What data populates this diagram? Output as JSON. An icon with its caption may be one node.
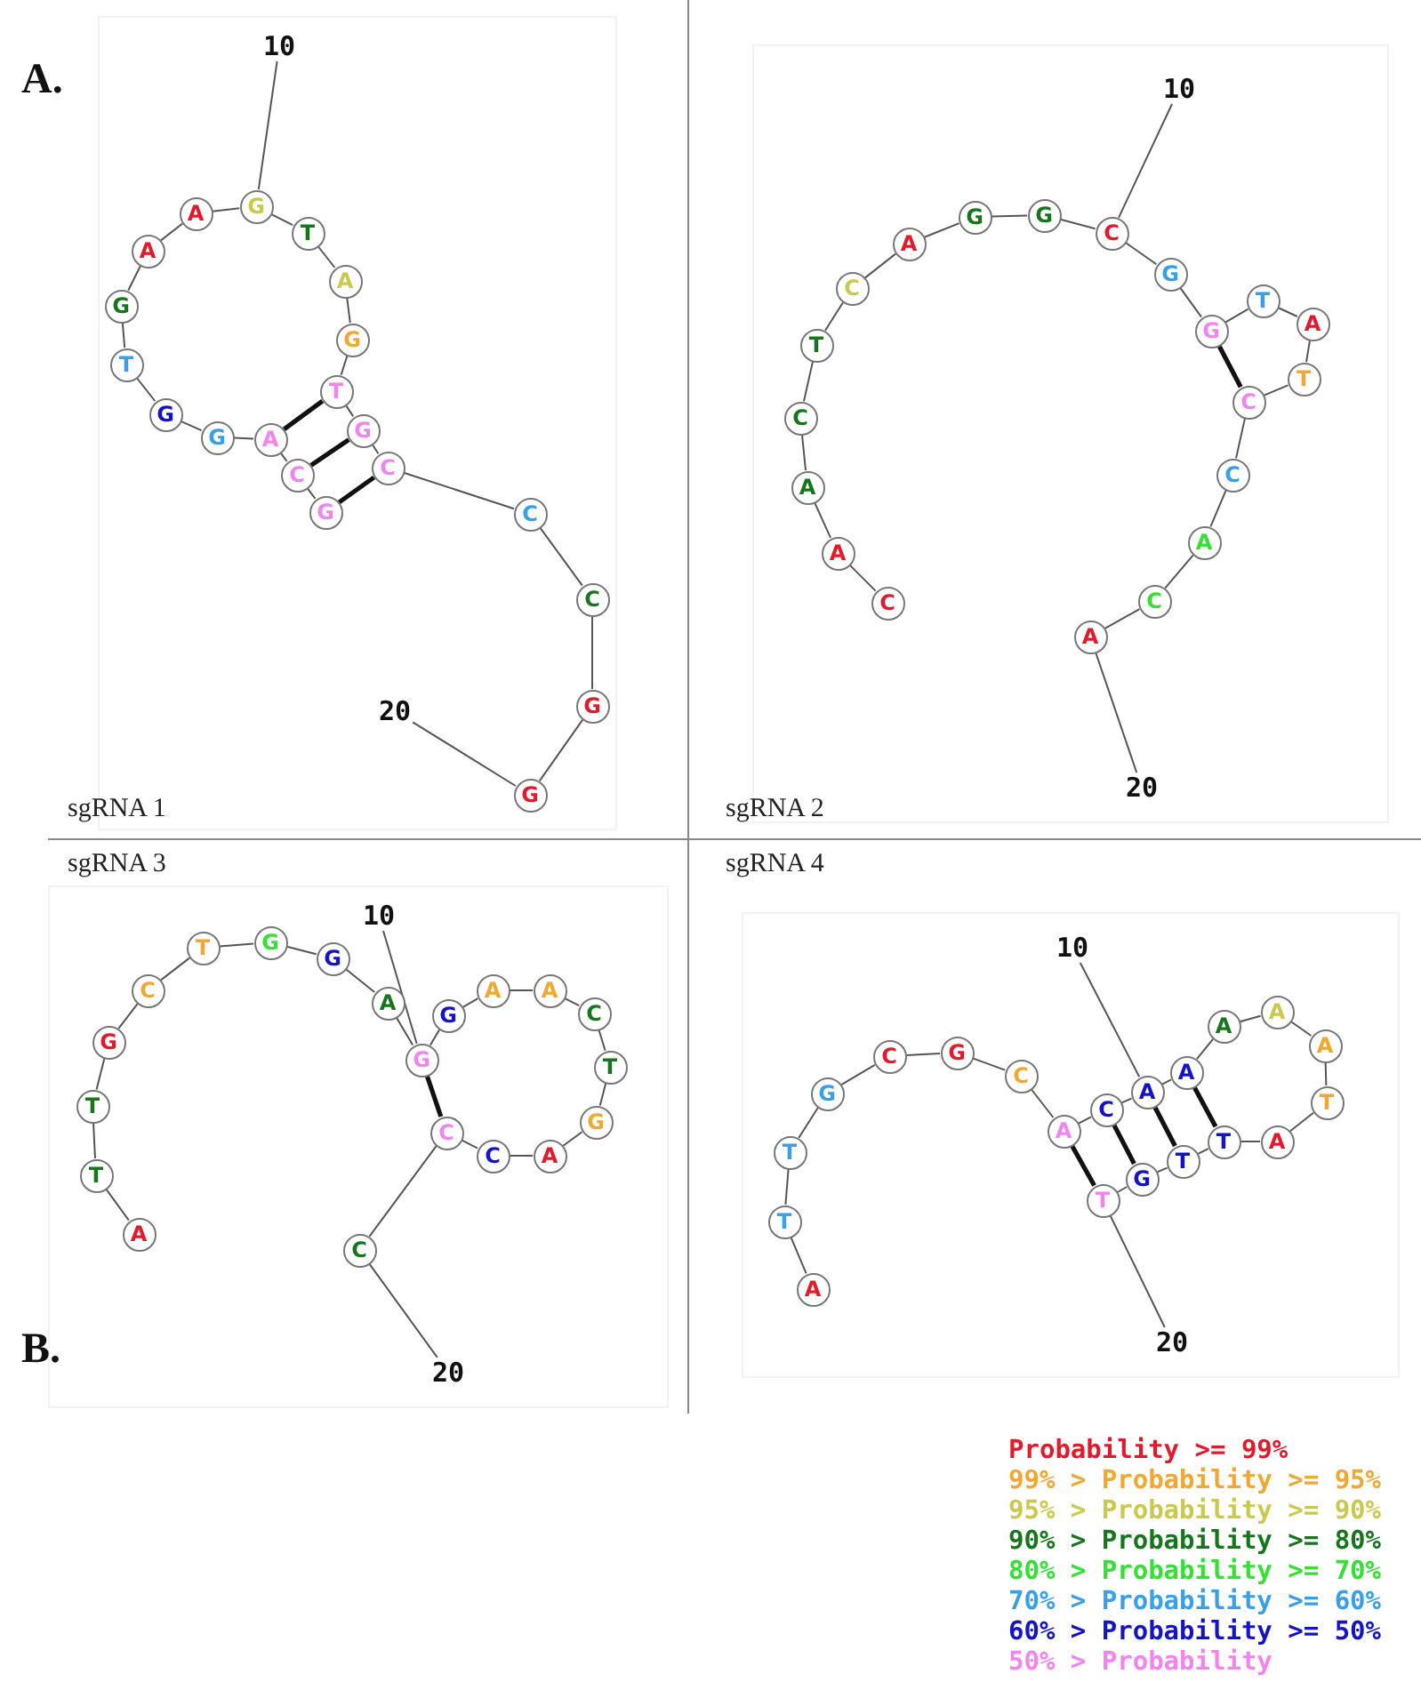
{
  "diagram": {
    "nodes": [
      {
        "text": [
          "sgRNA 1"
        ]
      },
      {
        "text": [
          "G"
        ],
        "in": 0
      },
      {
        "text": [
          "C"
        ],
        "in": 0
      },
      {
        "text": [
          "A"
        ],
        "in": 0
      },
      {
        "text": [
          "G"
        ],
        "in": 0
      },
      {
        "text": [
          "G"
        ],
        "in": 0
      },
      {
        "text": [
          "T"
        ],
        "in": 0
      },
      {
        "text": [
          "G"
        ],
        "in": 0
      },
      {
        "text": [
          "A"
        ],
        "in": 0
      },
      {
        "text": [
          "A"
        ],
        "in": 0
      },
      {
        "text": [
          "G"
        ],
        "in": 0
      },
      {
        "text": [
          "T"
        ],
        "in": 0
      },
      {
        "text": [
          "A"
        ],
        "in": 0
      },
      {
        "text": [
          "G"
        ],
        "in": 0
      },
      {
        "text": [
          "T"
        ],
        "in": 0
      },
      {
        "text": [
          "G"
        ],
        "in": 0
      },
      {
        "text": [
          "C"
        ],
        "in": 0
      },
      {
        "text": [
          "C"
        ],
        "in": 0
      },
      {
        "text": [
          "C"
        ],
        "in": 0
      },
      {
        "text": [
          "G"
        ],
        "in": 0
      },
      {
        "text": [
          "G"
        ],
        "in": 0
      },
      {
        "text": [
          "10"
        ],
        "in": 0
      },
      {
        "text": [
          "20"
        ],
        "in": 0
      },
      {
        "text": [
          "sgRNA 2"
        ]
      },
      {
        "text": [
          "C"
        ],
        "in": 23
      },
      {
        "text": [
          "A"
        ],
        "in": 23
      },
      {
        "text": [
          "A"
        ],
        "in": 23
      },
      {
        "text": [
          "C"
        ],
        "in": 23
      },
      {
        "text": [
          "T"
        ],
        "in": 23
      },
      {
        "text": [
          "C"
        ],
        "in": 23
      },
      {
        "text": [
          "A"
        ],
        "in": 23
      },
      {
        "text": [
          "G"
        ],
        "in": 23
      },
      {
        "text": [
          "G"
        ],
        "in": 23
      },
      {
        "text": [
          "C"
        ],
        "in": 23
      },
      {
        "text": [
          "G"
        ],
        "in": 23
      },
      {
        "text": [
          "G"
        ],
        "in": 23
      },
      {
        "text": [
          "T"
        ],
        "in": 23
      },
      {
        "text": [
          "A"
        ],
        "in": 23
      },
      {
        "text": [
          "T"
        ],
        "in": 23
      },
      {
        "text": [
          "C"
        ],
        "in": 23
      },
      {
        "text": [
          "C"
        ],
        "in": 23
      },
      {
        "text": [
          "A"
        ],
        "in": 23
      },
      {
        "text": [
          "C"
        ],
        "in": 23
      },
      {
        "text": [
          "A"
        ],
        "in": 23
      },
      {
        "text": [
          "10"
        ],
        "in": 23
      },
      {
        "text": [
          "20"
        ],
        "in": 23
      },
      {
        "text": [
          "sgRNA 3"
        ]
      },
      {
        "text": [
          "A"
        ],
        "in": 46
      },
      {
        "text": [
          "T"
        ],
        "in": 46
      },
      {
        "text": [
          "T"
        ],
        "in": 46
      },
      {
        "text": [
          "G"
        ],
        "in": 46
      },
      {
        "text": [
          "C"
        ],
        "in": 46
      },
      {
        "text": [
          "T"
        ],
        "in": 46
      },
      {
        "text": [
          "G"
        ],
        "in": 46
      },
      {
        "text": [
          "G"
        ],
        "in": 46
      },
      {
        "text": [
          "A"
        ],
        "in": 46
      },
      {
        "text": [
          "G"
        ],
        "in": 46
      },
      {
        "text": [
          "G"
        ],
        "in": 46
      },
      {
        "text": [
          "A"
        ],
        "in": 46
      },
      {
        "text": [
          "A"
        ],
        "in": 46
      },
      {
        "text": [
          "C"
        ],
        "in": 46
      },
      {
        "text": [
          "T"
        ],
        "in": 46
      },
      {
        "text": [
          "G"
        ],
        "in": 46
      },
      {
        "text": [
          "A"
        ],
        "in": 46
      },
      {
        "text": [
          "C"
        ],
        "in": 46
      },
      {
        "text": [
          "C"
        ],
        "in": 46
      },
      {
        "text": [
          "C"
        ],
        "in": 46
      },
      {
        "text": [
          "10"
        ],
        "in": 46
      },
      {
        "text": [
          "20"
        ],
        "in": 46
      },
      {
        "text": [
          "sgRNA 4"
        ]
      },
      {
        "text": [
          "A"
        ],
        "in": 69
      },
      {
        "text": [
          "T"
        ],
        "in": 69
      },
      {
        "text": [
          "T"
        ],
        "in": 69
      },
      {
        "text": [
          "G"
        ],
        "in": 69
      },
      {
        "text": [
          "C"
        ],
        "in": 69
      },
      {
        "text": [
          "G"
        ],
        "in": 69
      },
      {
        "text": [
          "C"
        ],
        "in": 69
      },
      {
        "text": [
          "A"
        ],
        "in": 69
      },
      {
        "text": [
          "C"
        ],
        "in": 69
      },
      {
        "text": [
          "A"
        ],
        "in": 69
      },
      {
        "text": [
          "A"
        ],
        "in": 69
      },
      {
        "text": [
          "A"
        ],
        "in": 69
      },
      {
        "text": [
          "A"
        ],
        "in": 69
      },
      {
        "text": [
          "A"
        ],
        "in": 69
      },
      {
        "text": [
          "T"
        ],
        "in": 69
      },
      {
        "text": [
          "A"
        ],
        "in": 69
      },
      {
        "text": [
          "T"
        ],
        "in": 69
      },
      {
        "text": [
          "T"
        ],
        "in": 69
      },
      {
        "text": [
          "G"
        ],
        "in": 69
      },
      {
        "text": [
          "T"
        ],
        "in": 69
      },
      {
        "text": [
          "10"
        ],
        "in": 69
      },
      {
        "text": [
          "20"
        ],
        "in": 69
      }
    ],
    "edges": [
      {
        "from": 1,
        "to": 2,
        "arrow": "none"
      },
      {
        "from": 2,
        "to": 3,
        "arrow": "none"
      },
      {
        "from": 3,
        "to": 4,
        "arrow": "none"
      },
      {
        "from": 4,
        "to": 5,
        "arrow": "none"
      },
      {
        "from": 5,
        "to": 6,
        "arrow": "none"
      },
      {
        "from": 6,
        "to": 7,
        "arrow": "none"
      },
      {
        "from": 7,
        "to": 8,
        "arrow": "none"
      },
      {
        "from": 8,
        "to": 9,
        "arrow": "none"
      },
      {
        "from": 9,
        "to": 10,
        "arrow": "none"
      },
      {
        "from": 10,
        "to": 11,
        "arrow": "none"
      },
      {
        "from": 11,
        "to": 12,
        "arrow": "none"
      },
      {
        "from": 12,
        "to": 13,
        "arrow": "none"
      },
      {
        "from": 13,
        "to": 14,
        "arrow": "none"
      },
      {
        "from": 14,
        "to": 15,
        "arrow": "none"
      },
      {
        "from": 15,
        "to": 16,
        "arrow": "none"
      },
      {
        "from": 16,
        "to": 17,
        "arrow": "none"
      },
      {
        "from": 17,
        "to": 18,
        "arrow": "none"
      },
      {
        "from": 18,
        "to": 19,
        "arrow": "none"
      },
      {
        "from": 19,
        "to": 20,
        "arrow": "none"
      },
      {
        "from": 1,
        "to": 16,
        "arrow": "none",
        "style": "thick"
      },
      {
        "from": 2,
        "to": 15,
        "arrow": "none",
        "style": "thick"
      },
      {
        "from": 3,
        "to": 14,
        "arrow": "none",
        "style": "thick"
      },
      {
        "from": 21,
        "to": 10,
        "arrow": "none"
      },
      {
        "from": 22,
        "to": 20,
        "arrow": "none"
      },
      {
        "from": 24,
        "to": 25,
        "arrow": "none"
      },
      {
        "from": 25,
        "to": 26,
        "arrow": "none"
      },
      {
        "from": 26,
        "to": 27,
        "arrow": "none"
      },
      {
        "from": 27,
        "to": 28,
        "arrow": "none"
      },
      {
        "from": 28,
        "to": 29,
        "arrow": "none"
      },
      {
        "from": 29,
        "to": 30,
        "arrow": "none"
      },
      {
        "from": 30,
        "to": 31,
        "arrow": "none"
      },
      {
        "from": 31,
        "to": 32,
        "arrow": "none"
      },
      {
        "from": 32,
        "to": 33,
        "arrow": "none"
      },
      {
        "from": 33,
        "to": 34,
        "arrow": "none"
      },
      {
        "from": 34,
        "to": 35,
        "arrow": "none"
      },
      {
        "from": 35,
        "to": 36,
        "arrow": "none"
      },
      {
        "from": 36,
        "to": 37,
        "arrow": "none"
      },
      {
        "from": 37,
        "to": 38,
        "arrow": "none"
      },
      {
        "from": 38,
        "to": 39,
        "arrow": "none"
      },
      {
        "from": 39,
        "to": 40,
        "arrow": "none"
      },
      {
        "from": 40,
        "to": 41,
        "arrow": "none"
      },
      {
        "from": 41,
        "to": 42,
        "arrow": "none"
      },
      {
        "from": 42,
        "to": 43,
        "arrow": "none"
      },
      {
        "from": 35,
        "to": 39,
        "arrow": "none",
        "style": "thick"
      },
      {
        "from": 44,
        "to": 33,
        "arrow": "none"
      },
      {
        "from": 45,
        "to": 43,
        "arrow": "none"
      },
      {
        "from": 47,
        "to": 48,
        "arrow": "none"
      },
      {
        "from": 48,
        "to": 49,
        "arrow": "none"
      },
      {
        "from": 49,
        "to": 50,
        "arrow": "none"
      },
      {
        "from": 50,
        "to": 51,
        "arrow": "none"
      },
      {
        "from": 51,
        "to": 52,
        "arrow": "none"
      },
      {
        "from": 52,
        "to": 53,
        "arrow": "none"
      },
      {
        "from": 53,
        "to": 54,
        "arrow": "none"
      },
      {
        "from": 54,
        "to": 55,
        "arrow": "none"
      },
      {
        "from": 55,
        "to": 56,
        "arrow": "none"
      },
      {
        "from": 56,
        "to": 57,
        "arrow": "none"
      },
      {
        "from": 57,
        "to": 58,
        "arrow": "none"
      },
      {
        "from": 58,
        "to": 59,
        "arrow": "none"
      },
      {
        "from": 59,
        "to": 60,
        "arrow": "none"
      },
      {
        "from": 60,
        "to": 61,
        "arrow": "none"
      },
      {
        "from": 61,
        "to": 62,
        "arrow": "none"
      },
      {
        "from": 62,
        "to": 63,
        "arrow": "none"
      },
      {
        "from": 63,
        "to": 64,
        "arrow": "none"
      },
      {
        "from": 64,
        "to": 65,
        "arrow": "none"
      },
      {
        "from": 65,
        "to": 66,
        "arrow": "none"
      },
      {
        "from": 56,
        "to": 65,
        "arrow": "none",
        "style": "thick"
      },
      {
        "from": 67,
        "to": 56,
        "arrow": "none"
      },
      {
        "from": 68,
        "to": 66,
        "arrow": "none"
      },
      {
        "from": 70,
        "to": 71,
        "arrow": "none"
      },
      {
        "from": 71,
        "to": 72,
        "arrow": "none"
      },
      {
        "from": 72,
        "to": 73,
        "arrow": "none"
      },
      {
        "from": 73,
        "to": 74,
        "arrow": "none"
      },
      {
        "from": 74,
        "to": 75,
        "arrow": "none"
      },
      {
        "from": 75,
        "to": 76,
        "arrow": "none"
      },
      {
        "from": 76,
        "to": 77,
        "arrow": "none"
      },
      {
        "from": 77,
        "to": 78,
        "arrow": "none"
      },
      {
        "from": 78,
        "to": 79,
        "arrow": "none"
      },
      {
        "from": 79,
        "to": 80,
        "arrow": "none"
      },
      {
        "from": 80,
        "to": 81,
        "arrow": "none"
      },
      {
        "from": 81,
        "to": 82,
        "arrow": "none"
      },
      {
        "from": 82,
        "to": 83,
        "arrow": "none"
      },
      {
        "from": 83,
        "to": 84,
        "arrow": "none"
      },
      {
        "from": 84,
        "to": 85,
        "arrow": "none"
      },
      {
        "from": 85,
        "to": 86,
        "arrow": "none"
      },
      {
        "from": 86,
        "to": 87,
        "arrow": "none"
      },
      {
        "from": 87,
        "to": 88,
        "arrow": "none"
      },
      {
        "from": 88,
        "to": 89,
        "arrow": "none"
      },
      {
        "from": 77,
        "to": 89,
        "arrow": "none",
        "style": "thick"
      },
      {
        "from": 78,
        "to": 88,
        "arrow": "none",
        "style": "thick"
      },
      {
        "from": 79,
        "to": 87,
        "arrow": "none",
        "style": "thick"
      },
      {
        "from": 80,
        "to": 86,
        "arrow": "none",
        "style": "thick"
      },
      {
        "from": 90,
        "to": 79,
        "arrow": "none"
      },
      {
        "from": 91,
        "to": 89,
        "arrow": "none"
      }
    ],
    "labels": [
      "A.",
      "B."
    ],
    "legend": [
      {
        "text": "Probability >= 99%",
        "color": "#e31a2b"
      },
      {
        "text": "99% > Probability >= 95%",
        "color": "#f0a832"
      },
      {
        "text": "95% > Probability >= 90%",
        "color": "#c9c94e"
      },
      {
        "text": "90% > Probability >= 80%",
        "color": "#17761d"
      },
      {
        "text": "80% > Probability >= 70%",
        "color": "#35e035"
      },
      {
        "text": "70% > Probability >= 60%",
        "color": "#38a0e6"
      },
      {
        "text": "60% > Probability >= 50%",
        "color": "#1414c4"
      },
      {
        "text": "50% > Probability",
        "color": "#f284f0"
      }
    ]
  }
}
